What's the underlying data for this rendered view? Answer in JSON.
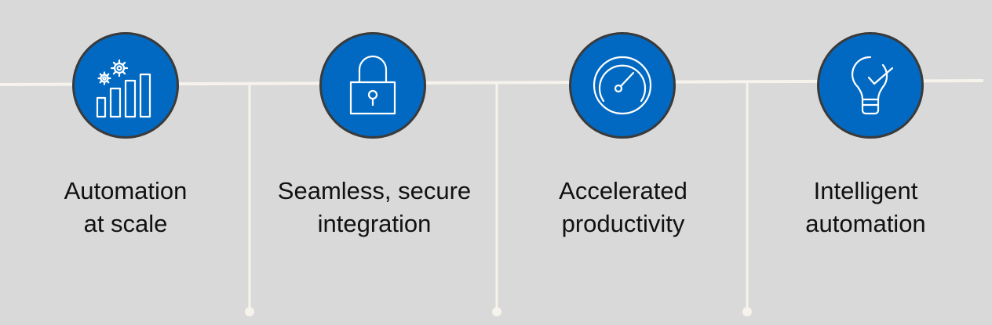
{
  "colors": {
    "background": "#d9d9d9",
    "circle_fill": "#0169c2",
    "circle_border": "#3a3a3a",
    "line": "#f6f2ec",
    "text": "#111111",
    "icon_stroke": "#ffffff"
  },
  "features": [
    {
      "icon": "bar-chart-gears-icon",
      "label_line1": "Automation",
      "label_line2": "at scale"
    },
    {
      "icon": "padlock-icon",
      "label_line1": "Seamless, secure",
      "label_line2": "integration"
    },
    {
      "icon": "speedometer-icon",
      "label_line1": "Accelerated",
      "label_line2": "productivity"
    },
    {
      "icon": "lightbulb-check-icon",
      "label_line1": "Intelligent",
      "label_line2": "automation"
    }
  ]
}
